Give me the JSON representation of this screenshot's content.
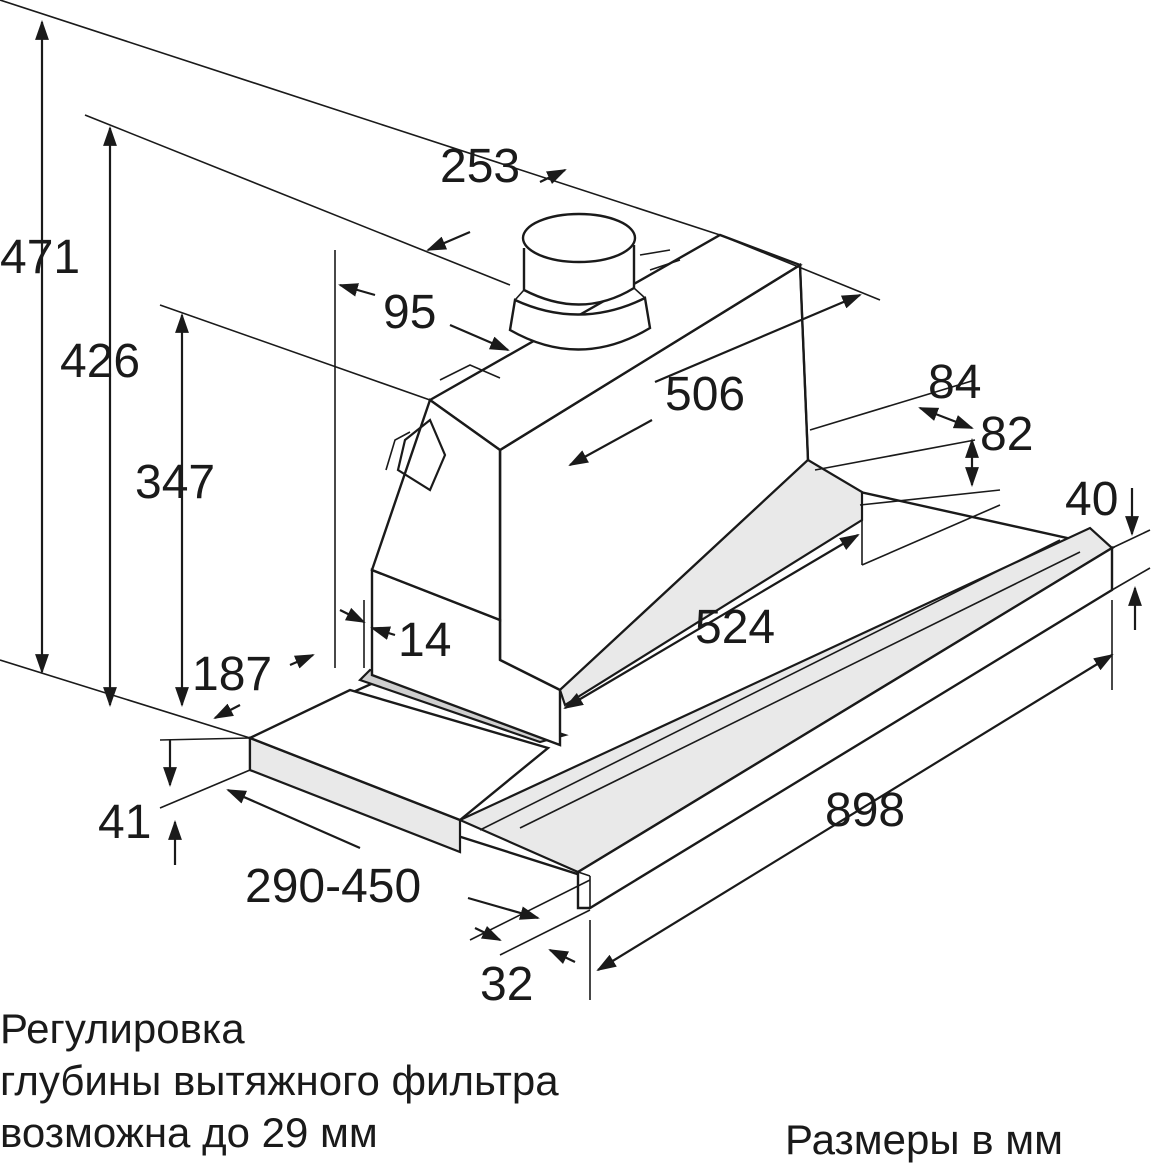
{
  "dimensions": {
    "d471": "471",
    "d426": "426",
    "d347": "347",
    "d253": "253",
    "d95": "95",
    "d506": "506",
    "d84": "84",
    "d82": "82",
    "d40": "40",
    "d14": "14",
    "d187": "187",
    "d524": "524",
    "d41": "41",
    "d898": "898",
    "d290_450": "290-450",
    "d32": "32"
  },
  "notes": {
    "line1": "Регулировка",
    "line2": "глубины вытяжного фильтра",
    "line3": "возможна до 29 мм",
    "units": "Размеры в мм"
  },
  "colors": {
    "ink": "#1a1a1a",
    "panel_shade": "#e9e9e9",
    "panel_dark": "#cfcfcf"
  }
}
